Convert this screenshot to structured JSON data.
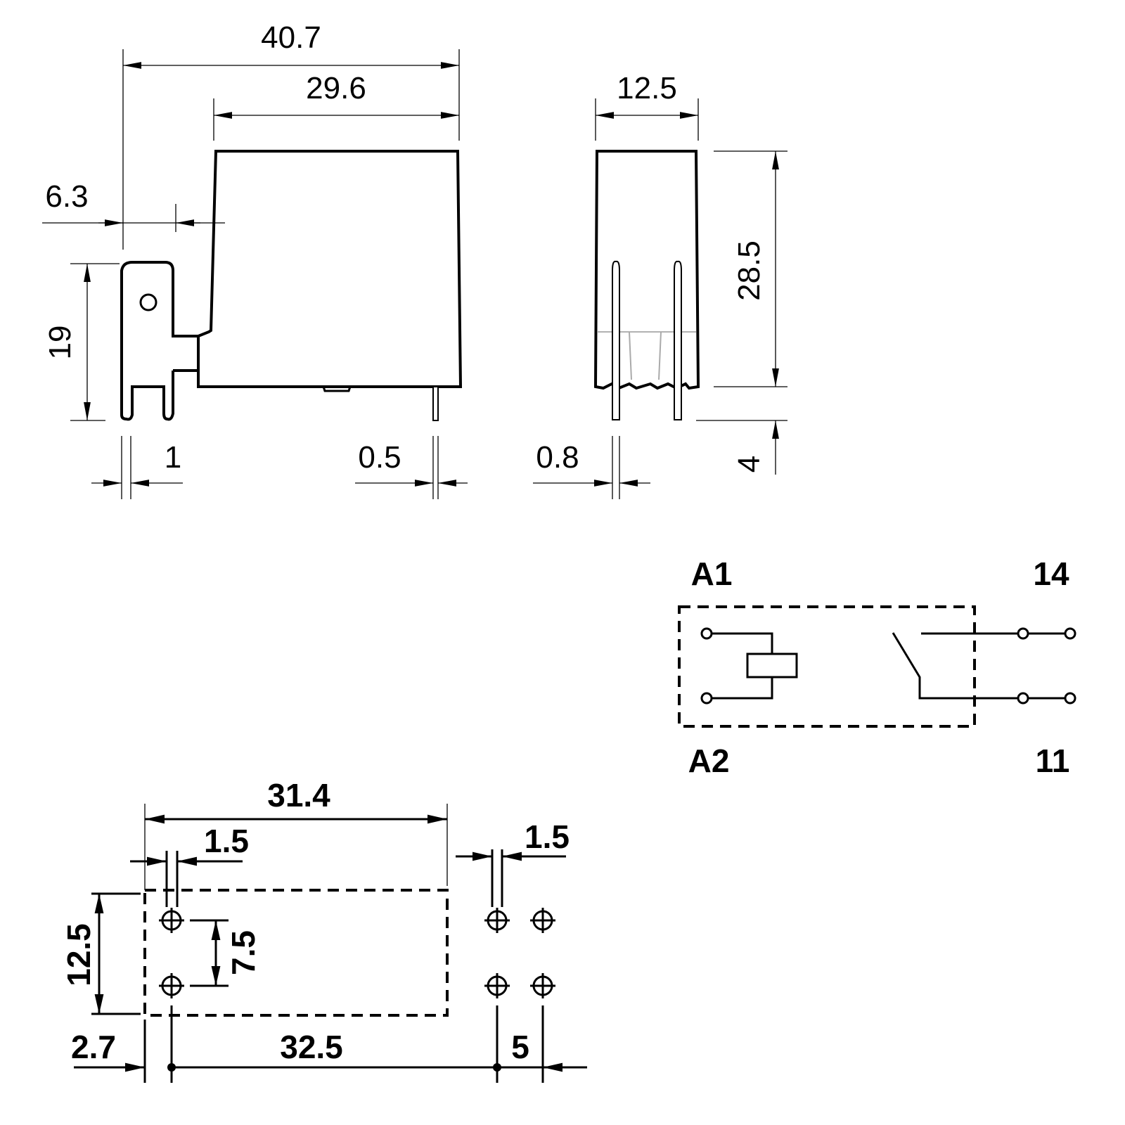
{
  "front_view": {
    "overall_length": "40.7",
    "body_length": "29.6",
    "tab_offset": "6.3",
    "tab_height": "19",
    "tab_thickness": "1",
    "pin_width": "0.5"
  },
  "side_view": {
    "width": "12.5",
    "height": "28.5",
    "pin_length": "4",
    "pin_width": "0.8"
  },
  "schematic": {
    "coil_top": "A1",
    "coil_bottom": "A2",
    "contact_top": "14",
    "contact_bottom": "11"
  },
  "pcb_layout": {
    "outline_length": "31.4",
    "hole_left_dia": "1.5",
    "hole_right_dia": "1.5",
    "outline_width": "12.5",
    "pin_pitch_vertical": "7.5",
    "offset_left": "2.7",
    "pin_span": "32.5",
    "pin_pitch_right": "5"
  }
}
